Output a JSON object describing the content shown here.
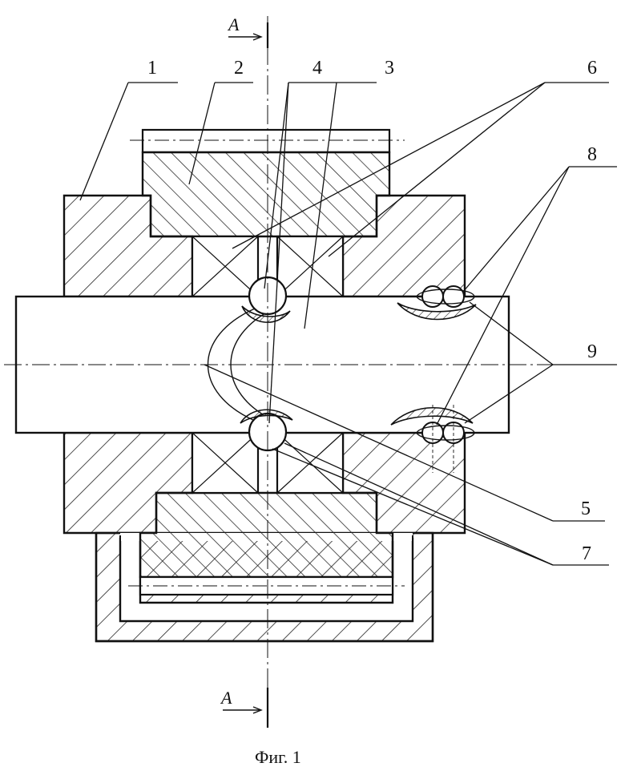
{
  "figure": {
    "caption": "Фиг. 1",
    "section_marker": "A",
    "labels": {
      "part_1": "1",
      "part_2": "2",
      "part_3": "3",
      "part_4": "4",
      "part_5": "5",
      "part_6": "6",
      "part_7": "7",
      "part_8": "8",
      "part_9": "9"
    }
  }
}
